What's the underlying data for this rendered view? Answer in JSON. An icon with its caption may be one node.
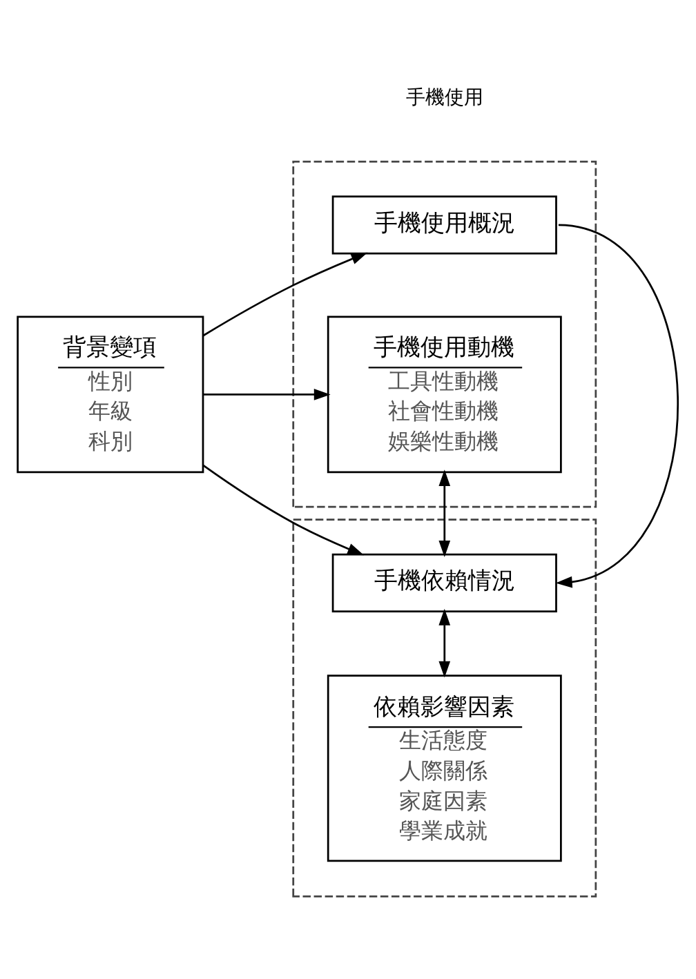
{
  "diagram": {
    "nodes": [
      {
        "text": [
          "背景變項",
          "性別",
          "年級",
          "科別"
        ]
      },
      {
        "text": [],
        "shape": "box"
      },
      {
        "text": [
          "手機使用概況"
        ],
        "in": 1
      },
      {
        "text": [
          "手機使用動機",
          "工具性動機",
          "社會性動機",
          "娛樂性動機"
        ],
        "in": 1
      },
      {
        "text": [],
        "shape": "box"
      },
      {
        "text": [
          "手機依賴情況"
        ],
        "in": 4
      },
      {
        "text": [
          "依賴影響因素",
          "生活態度",
          "人際關係",
          "家庭因素",
          "學業成就"
        ],
        "in": 4
      }
    ],
    "edges": [
      {
        "from": 0,
        "to": 2,
        "arrow": "to"
      },
      {
        "from": 0,
        "to": 3,
        "arrow": "to"
      },
      {
        "from": 0,
        "to": 5,
        "arrow": "to"
      },
      {
        "from": 2,
        "to": 5,
        "arrow": "to"
      },
      {
        "from": 3,
        "to": 5,
        "arrow": "both"
      },
      {
        "from": 5,
        "to": 6,
        "arrow": "both"
      }
    ],
    "labels": [
      "手機使用"
    ]
  }
}
